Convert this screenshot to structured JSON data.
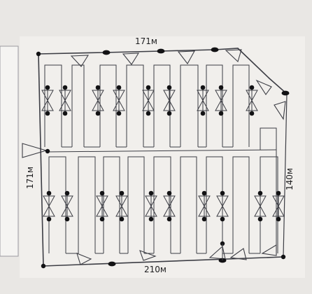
{
  "diagram": {
    "labels": {
      "top": "171м",
      "bottom": "210м",
      "left": "171м",
      "right": "140м"
    },
    "colors": {
      "background": "#e9e7e4",
      "paper": "#f1efec",
      "line": "#3c3d44",
      "dot": "#121214"
    }
  }
}
